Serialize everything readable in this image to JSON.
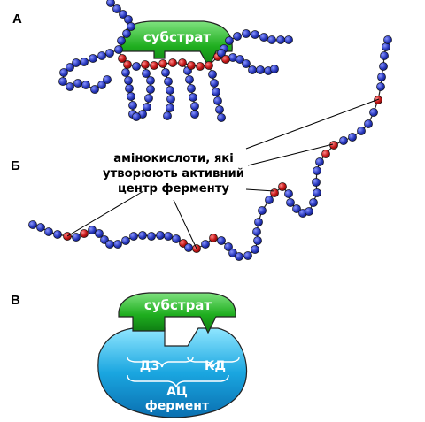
{
  "panels": {
    "a": {
      "label": "А",
      "substrate": "субстрат"
    },
    "b": {
      "label": "Б",
      "callout_lines": [
        "амінокислоти, які",
        "утворюють активний",
        "центр ферменту"
      ]
    },
    "c": {
      "label": "В",
      "substrate": "субстрат",
      "binding_site": "ДЗ",
      "catalytic_site": "КД",
      "active_center": "АЦ",
      "enzyme": "фермент"
    }
  },
  "colors": {
    "chain_residue": "#2b3bbf",
    "active_residue": "#c41616",
    "substrate": "#1fae1f",
    "enzyme": "#1aa6e0"
  }
}
